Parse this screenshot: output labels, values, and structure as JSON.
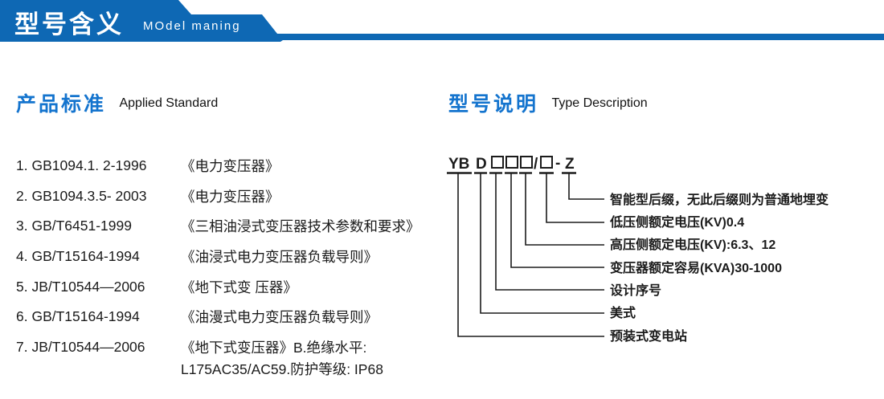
{
  "colors": {
    "banner_blue": "#0e68b4",
    "heading_blue": "#1474ce",
    "text_dark": "#1b1b1b"
  },
  "header": {
    "title_cn": "型号含义",
    "title_en": "MOdel maning"
  },
  "left_section": {
    "heading_cn": "产品标准",
    "heading_en": "Applied Standard",
    "standards": [
      {
        "code": "1. GB1094.1. 2-1996",
        "title": "《电力变压器》"
      },
      {
        "code": "2. GB1094.3.5- 2003",
        "title": "《电力变压器》"
      },
      {
        "code": "3. GB/T6451-1999",
        "title": "《三相油浸式变压器技术参数和要求》"
      },
      {
        "code": "4. GB/T15164-1994",
        "title": "《油浸式电力变压器负载导则》"
      },
      {
        "code": "5. JB/T10544—2006",
        "title": "《地下式变 压器》"
      },
      {
        "code": "6. GB/T15164-1994",
        "title": "《油漫式电力变压器负载导则》"
      },
      {
        "code": "7. JB/T10544—2006",
        "title": "《地下式变压器》B.绝缘水平:"
      }
    ],
    "continuation": "L175AC35/AC59.防护等级: IP68"
  },
  "right_section": {
    "heading_cn": "型号说明",
    "heading_en": "Type Description",
    "model_code": {
      "seg_yb": "YB",
      "seg_d": "D",
      "seg_slash": "/",
      "seg_dash": "-",
      "seg_z": "Z"
    },
    "labels": [
      "智能型后缀，无此后缀则为普通地埋变",
      "低压侧额定电压(KV)0.4",
      "高压侧额定电压(KV):6.3、12",
      "变压器额定容易(KVA)30-1000",
      "设计序号",
      "美式",
      "预装式变电站"
    ]
  }
}
